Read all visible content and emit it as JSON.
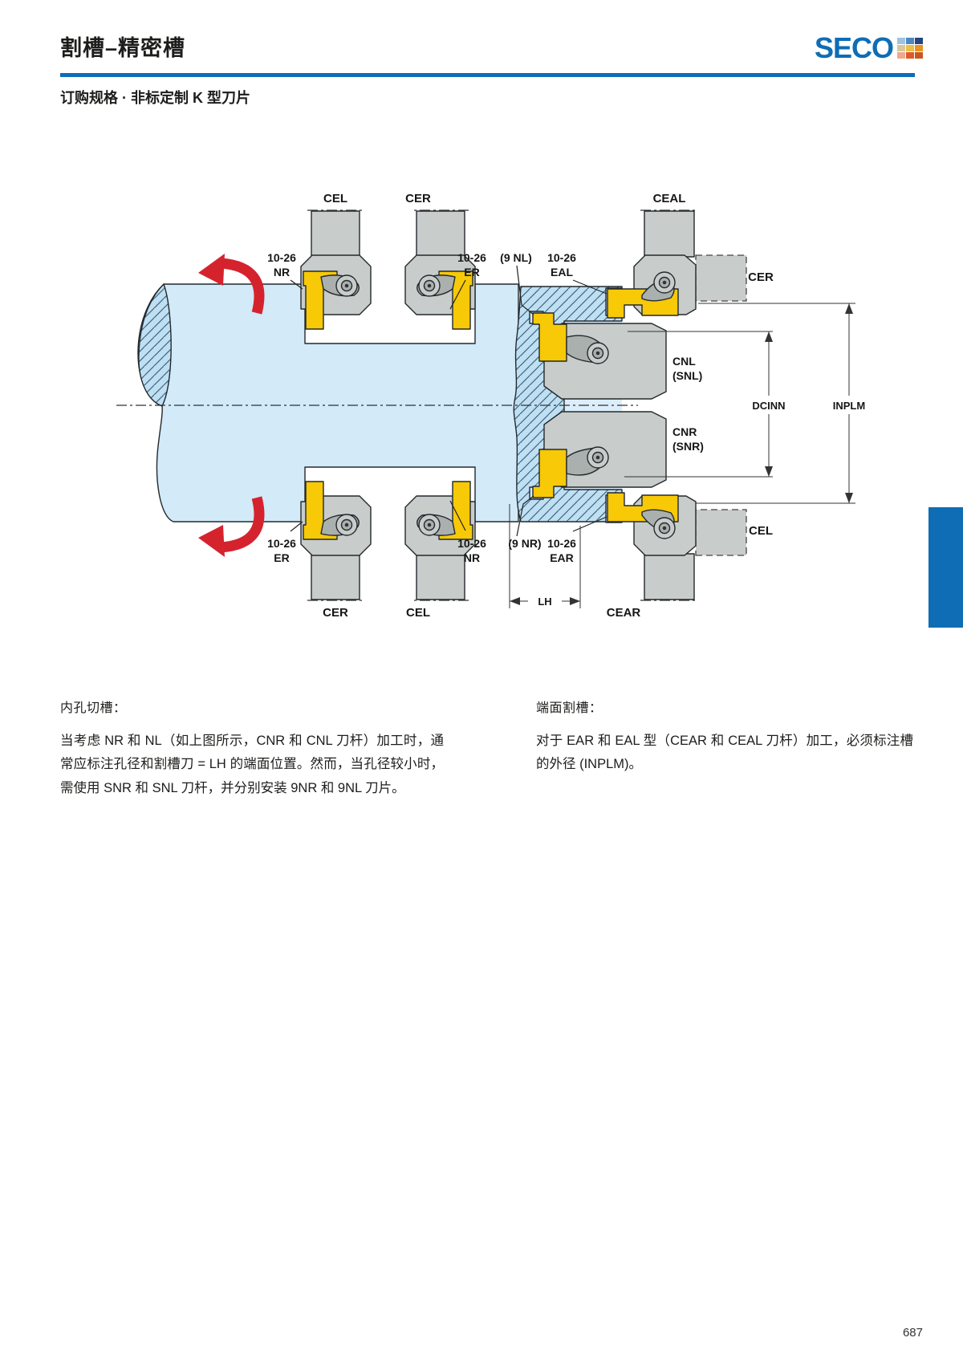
{
  "colors": {
    "accent": "#0e6db5",
    "workpiece": "#d3eaf8",
    "workpiece_hatch_bg": "#bfe0f3",
    "hatch_line": "#41637e",
    "holder": "#c8ccca",
    "holder_dark": "#aab0ae",
    "insert": "#f7c907",
    "arrow_red": "#d5232e",
    "outline": "#23292d",
    "text": "#1d1d1b"
  },
  "header": {
    "title": "割槽–精密槽",
    "logo_text": "SECO",
    "logo_squares": [
      "#9fc3e0",
      "#4e87be",
      "#27447e",
      "#d8c79b",
      "#edbe45",
      "#e8921f",
      "#eda98d",
      "#e0592b",
      "#c9571d"
    ]
  },
  "subtitle": "订购规格 · 非标定制 K 型刀片",
  "diagram": {
    "labels": {
      "cel_top": "CEL",
      "cer_top": "CER",
      "ceal_top": "CEAL",
      "nr_top": [
        "10-26",
        "NR"
      ],
      "er_top": [
        "10-26",
        "ER"
      ],
      "nl9_top": "(9 NL)",
      "eal_top": [
        "10-26",
        "EAL"
      ],
      "cer_right": "CER",
      "cnl": [
        "CNL",
        "(SNL)"
      ],
      "cnr": [
        "CNR",
        "(SNR)"
      ],
      "dcinn": "DCINN",
      "inplm": "INPLM",
      "cel_right": "CEL",
      "er_bottom": [
        "10-26",
        "ER"
      ],
      "nr_bottom": [
        "10-26",
        "NR"
      ],
      "nr9_bottom": "(9 NR)",
      "ear_bottom": [
        "10-26",
        "EAR"
      ],
      "cer_bottom": "CER",
      "cel_bottom": "CEL",
      "lh": "LH",
      "cear_bottom": "CEAR"
    }
  },
  "sections": {
    "left": {
      "heading": "内孔切槽：",
      "body": "当考虑 NR 和 NL（如上图所示，CNR 和 CNL 刀杆）加工时，通常应标注孔径和割槽刀 = LH 的端面位置。然而，当孔径较小时，需使用 SNR 和 SNL 刀杆，并分别安装 9NR 和 9NL 刀片。"
    },
    "right": {
      "heading": "端面割槽：",
      "body": "对于 EAR 和 EAL 型（CEAR 和 CEAL 刀杆）加工，必须标注槽的外径 (INPLM)。"
    }
  },
  "footer": {
    "page_number": "687"
  }
}
